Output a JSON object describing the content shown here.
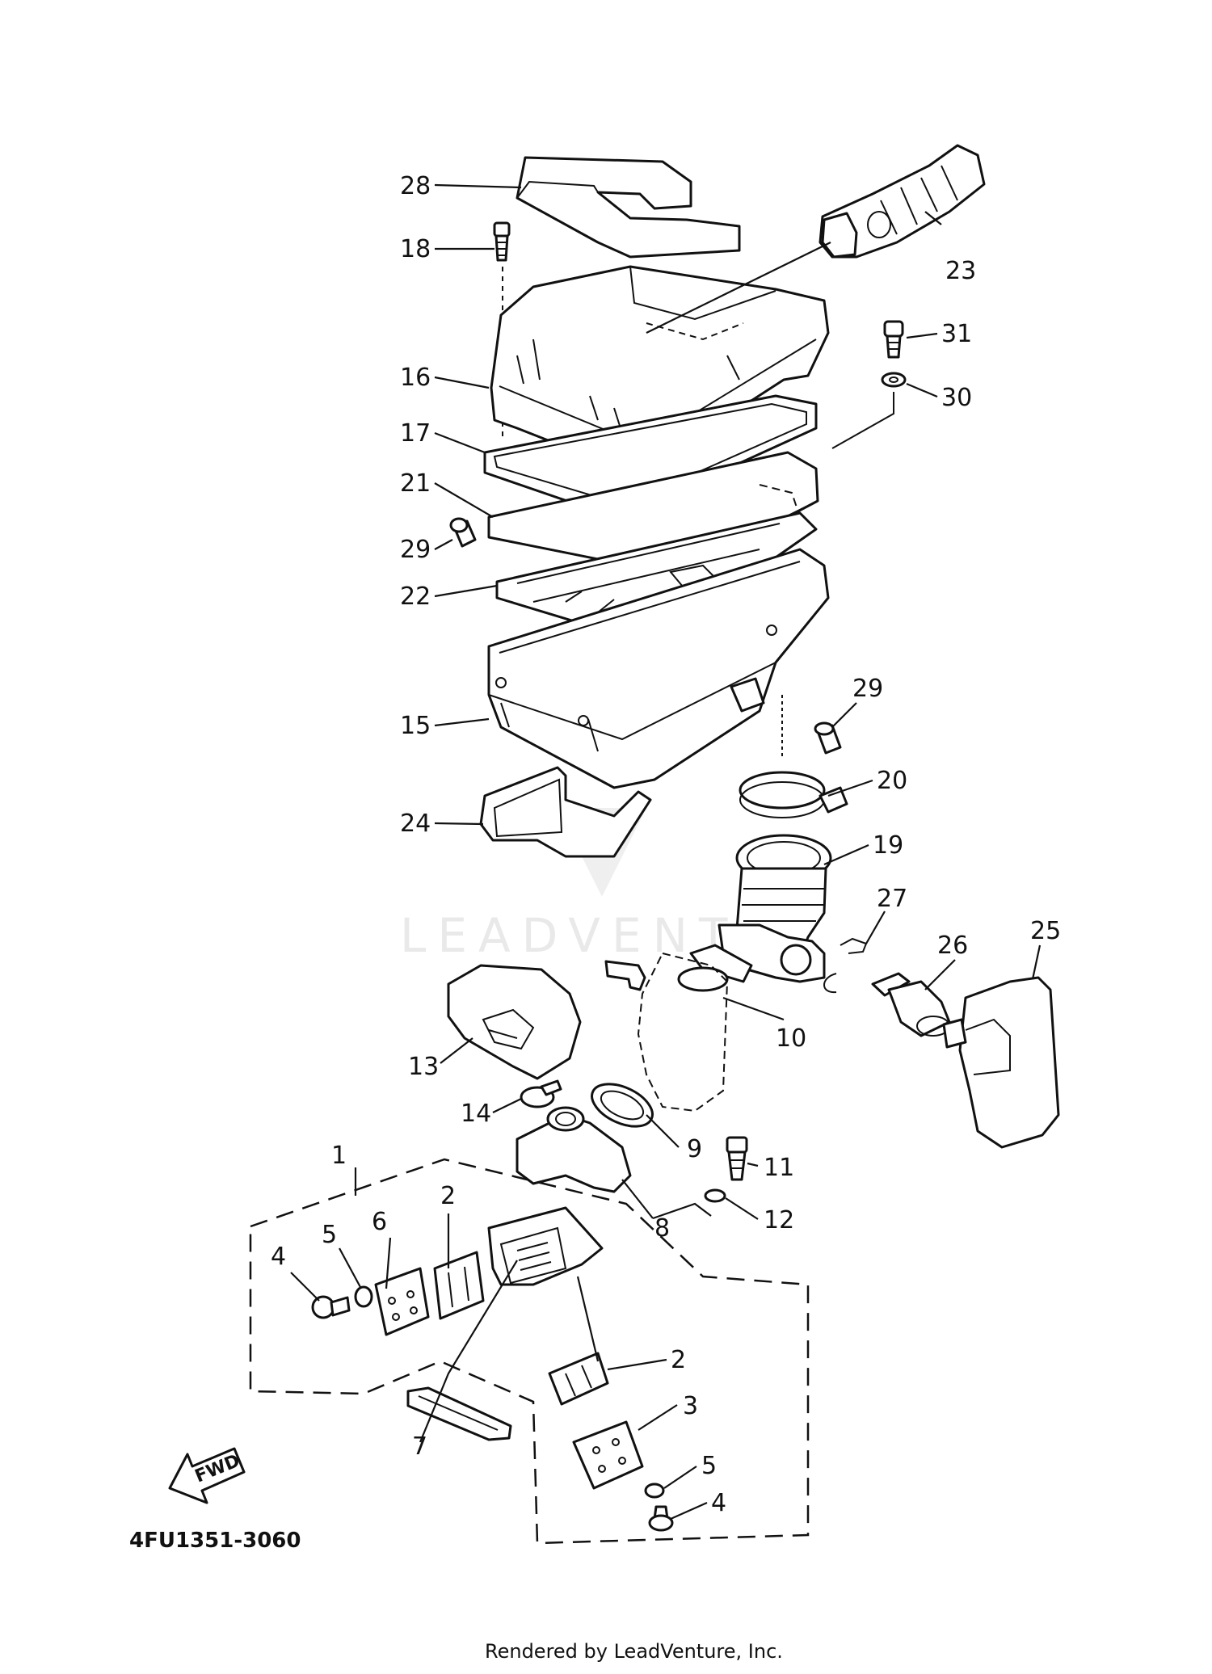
{
  "watermark": "LEADVENTU",
  "diagram_code": "4FU1351-3060",
  "credit": "Rendered by LeadVenture, Inc.",
  "fwd_label": "FWD",
  "callouts": {
    "p1": "1",
    "p2a": "2",
    "p2b": "2",
    "p3": "3",
    "p4a": "4",
    "p4b": "4",
    "p5a": "5",
    "p5b": "5",
    "p6": "6",
    "p7": "7",
    "p8": "8",
    "p9": "9",
    "p10": "10",
    "p11": "11",
    "p12": "12",
    "p13": "13",
    "p14": "14",
    "p15": "15",
    "p16": "16",
    "p17": "17",
    "p18": "18",
    "p19": "19",
    "p20": "20",
    "p21": "21",
    "p22": "22",
    "p23": "23",
    "p24": "24",
    "p25": "25",
    "p26": "26",
    "p27": "27",
    "p28": "28",
    "p29a": "29",
    "p29b": "29",
    "p30": "30",
    "p31": "31"
  }
}
